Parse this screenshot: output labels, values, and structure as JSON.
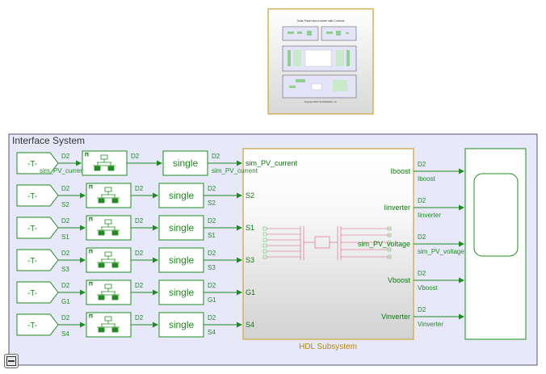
{
  "model_preview": {
    "title": "Solar Panel and Inverter with Controls",
    "footer": "Copyright 2023 The MathWorks, Inc."
  },
  "interface_system": {
    "title": "Interface System"
  },
  "from_blocks": [
    {
      "text": "-T-",
      "dtype": "D2",
      "signal": "sim_PV_current"
    },
    {
      "text": "-T-",
      "dtype": "D2",
      "signal": "S2"
    },
    {
      "text": "-T-",
      "dtype": "D2",
      "signal": "S1"
    },
    {
      "text": "-T-",
      "dtype": "D2",
      "signal": "S3"
    },
    {
      "text": "-T-",
      "dtype": "D2",
      "signal": "G1"
    },
    {
      "text": "-T-",
      "dtype": "D2",
      "signal": "S4"
    }
  ],
  "rate_blocks": [
    {
      "dtype_out": "D2"
    },
    {
      "dtype_out": "D2"
    },
    {
      "dtype_out": "D2"
    },
    {
      "dtype_out": "D2"
    },
    {
      "dtype_out": "D2"
    },
    {
      "dtype_out": "D2"
    }
  ],
  "convert_blocks": [
    {
      "label": "single",
      "dtype_out": "D2",
      "signal": "sim_PV_current"
    },
    {
      "label": "single",
      "dtype_out": "D2",
      "signal": "S2"
    },
    {
      "label": "single",
      "dtype_out": "D2",
      "signal": "S1"
    },
    {
      "label": "single",
      "dtype_out": "D2",
      "signal": "S3"
    },
    {
      "label": "single",
      "dtype_out": "D2",
      "signal": "G1"
    },
    {
      "label": "single",
      "dtype_out": "D2",
      "signal": "S4"
    }
  ],
  "hdl_subsystem": {
    "name": "HDL Subsystem",
    "inputs": [
      "sim_PV_current",
      "S2",
      "S1",
      "S3",
      "G1",
      "S4"
    ],
    "outputs": [
      "Iboost",
      "Iinverter",
      "sim_PV_voltage",
      "Vboost",
      "Vinverter"
    ]
  },
  "output_signals": [
    {
      "dtype": "D2",
      "name": "Iboost"
    },
    {
      "dtype": "D2",
      "name": "Iinverter"
    },
    {
      "dtype": "D2",
      "name": "sim_PV_voltage"
    },
    {
      "dtype": "D2",
      "name": "Vboost"
    },
    {
      "dtype": "D2",
      "name": "Vinverter"
    }
  ],
  "colors": {
    "signal_green": "#1e8c1e",
    "hdl_border": "#d4b25a",
    "interface_bg": "#e8e8fb"
  }
}
